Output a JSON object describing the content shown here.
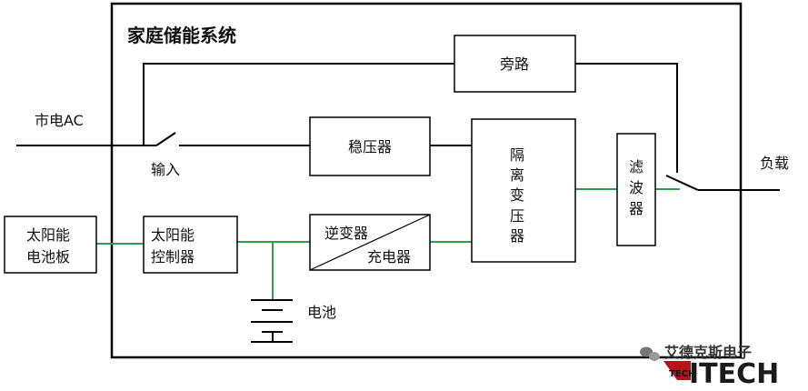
{
  "diagram": {
    "title": "家庭储能系统",
    "labels": {
      "grid_input": "市电AC",
      "input_switch": "输入",
      "output_load": "负载",
      "battery": "电池"
    },
    "blocks": {
      "bypass": "旁路",
      "regulator": "稳压器",
      "inverter_top": "逆变器",
      "inverter_bottom": "充电器",
      "isolation": [
        "隔",
        "离",
        "变",
        "压",
        "器"
      ],
      "filter": [
        "滤",
        "波",
        "器"
      ],
      "solar_panel": [
        "太阳能",
        "电池板"
      ],
      "solar_controller": [
        "太阳能",
        "控制器"
      ]
    },
    "colors": {
      "dc_line": "#2e9e4f",
      "ac_line": "#000000"
    }
  },
  "watermark": {
    "text": "艾德克斯电子",
    "logo": "ITECH",
    "logo_small": "TECH"
  }
}
